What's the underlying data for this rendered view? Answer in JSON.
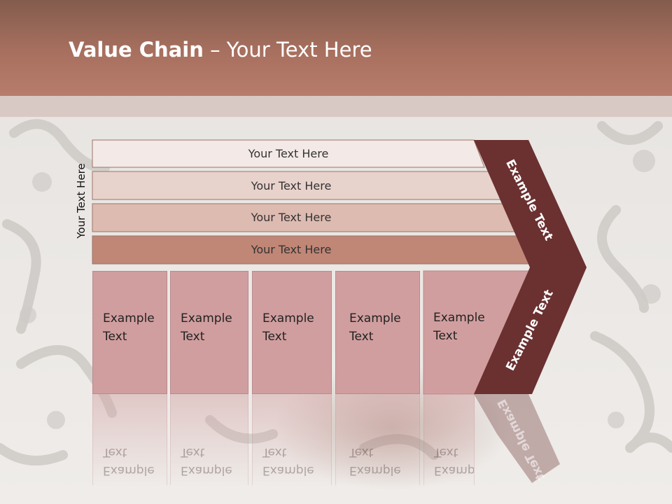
{
  "title": {
    "bold": "Value Chain",
    "rest": " – Your Text Here"
  },
  "side_label": "Your Text Here",
  "bars": [
    {
      "label": "Your Text Here",
      "color": "#f3e9e6"
    },
    {
      "label": "Your Text Here",
      "color": "#e8d3cc"
    },
    {
      "label": "Your Text Here",
      "color": "#ddbbb0"
    },
    {
      "label": "Your Text Here",
      "color": "#c08676"
    }
  ],
  "boxes": [
    {
      "line1": "Example",
      "line2": "Text"
    },
    {
      "line1": "Example",
      "line2": "Text"
    },
    {
      "line1": "Example",
      "line2": "Text"
    },
    {
      "line1": "Example",
      "line2": "Text"
    },
    {
      "line1": "Example",
      "line2": "Text"
    }
  ],
  "chevron_top_label": "Example Text",
  "chevron_bottom_label": "Example Text",
  "colors": {
    "header": "#a8705f",
    "chevron": "#6b3030",
    "box": "#d19e9f"
  }
}
